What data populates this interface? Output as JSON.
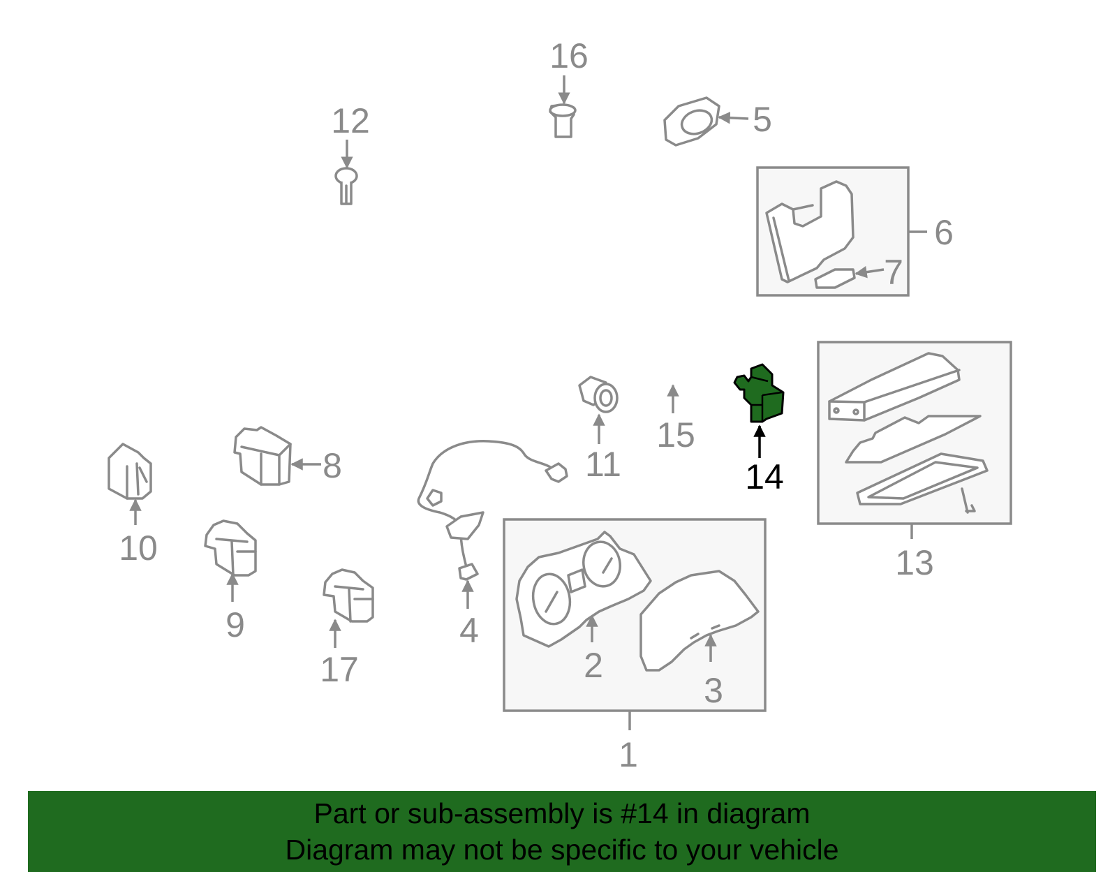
{
  "diagram": {
    "callouts": {
      "c1": "1",
      "c2": "2",
      "c3": "3",
      "c4": "4",
      "c5": "5",
      "c6": "6",
      "c7": "7",
      "c8": "8",
      "c9": "9",
      "c10": "10",
      "c11": "11",
      "c12": "12",
      "c13": "13",
      "c14": "14",
      "c15": "15",
      "c16": "16",
      "c17": "17"
    },
    "highlighted_part": "14",
    "colors": {
      "highlight": "#1f6b1f",
      "line": "#8a8a8a",
      "banner": "#1f6b1f"
    }
  },
  "banner": {
    "line1": "Part or sub-assembly is #14 in diagram",
    "line2": "Diagram may not be specific to your vehicle"
  }
}
